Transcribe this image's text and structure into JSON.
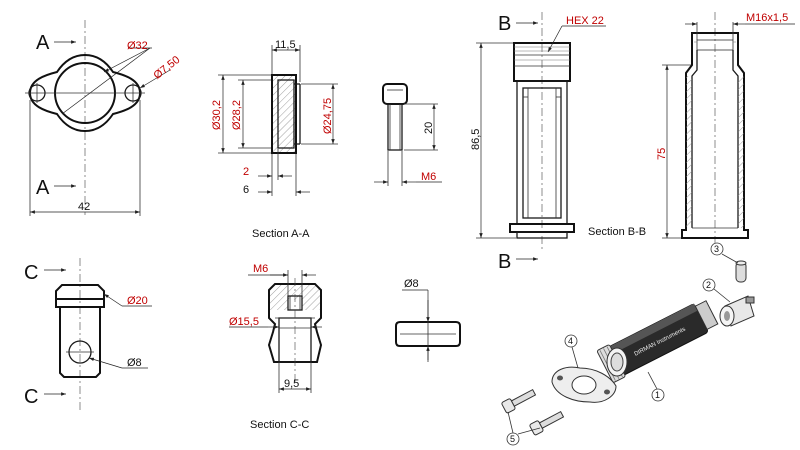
{
  "section_letters": {
    "a_top": "A",
    "a_bottom": "A",
    "b_top": "B",
    "b_bottom": "B",
    "c_top": "C",
    "c_bottom": "C"
  },
  "flange": {
    "d_bore": "Ø32",
    "d_hole": "Ø7,50",
    "width": "42"
  },
  "section_aa": {
    "len": "11,5",
    "d_outer": "Ø30,2",
    "d_inner": "Ø28,2",
    "d_lip": "Ø24,75",
    "wall": "2",
    "lip": "6",
    "caption": "Section A-A"
  },
  "screw": {
    "len": "20",
    "thread": "M6"
  },
  "section_bb": {
    "hex": "HEX 22",
    "len": "86,5",
    "caption": "Section B-B"
  },
  "housing": {
    "thread": "M16x1,5",
    "len": "75"
  },
  "plug": {
    "d_outer": "Ø20",
    "d_hole": "Ø8"
  },
  "section_cc": {
    "thread": "M6",
    "d": "Ø15,5",
    "w": "9,5",
    "caption": "Section C-C"
  },
  "pin": {
    "d": "Ø8"
  },
  "assembly": {
    "b1": "1",
    "b2": "2",
    "b3": "3",
    "b4": "4",
    "b5": "5",
    "body_text": "DIRMAN Instruments"
  }
}
